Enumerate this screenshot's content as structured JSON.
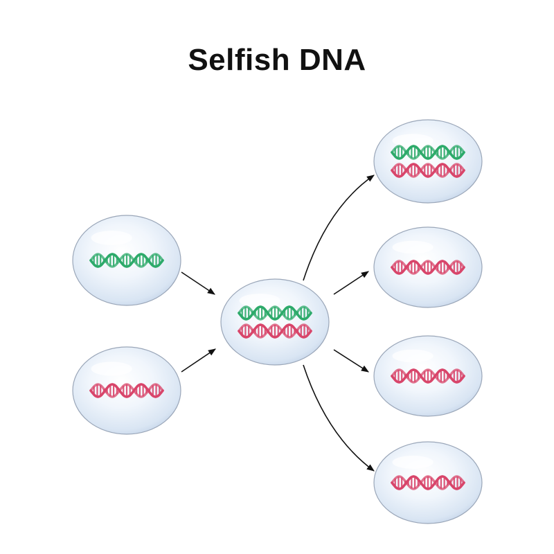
{
  "title": "Selfish DNA",
  "colors": {
    "green_strand": "#2daa6a",
    "red_strand": "#d8456a",
    "cell_fill": "#d6e3f2",
    "cell_stroke": "#9aa6b8",
    "arrow": "#111111"
  },
  "cells": [
    {
      "id": "parent-green",
      "dna": [
        "green"
      ]
    },
    {
      "id": "parent-red",
      "dna": [
        "red"
      ]
    },
    {
      "id": "hybrid",
      "dna": [
        "green",
        "red"
      ]
    },
    {
      "id": "offspring-1",
      "dna": [
        "green",
        "red"
      ]
    },
    {
      "id": "offspring-2",
      "dna": [
        "red"
      ]
    },
    {
      "id": "offspring-3",
      "dna": [
        "red"
      ]
    },
    {
      "id": "offspring-4",
      "dna": [
        "red"
      ]
    }
  ],
  "arrows": [
    {
      "from": "parent-green",
      "to": "hybrid"
    },
    {
      "from": "parent-red",
      "to": "hybrid"
    },
    {
      "from": "hybrid",
      "to": "offspring-1"
    },
    {
      "from": "hybrid",
      "to": "offspring-2"
    },
    {
      "from": "hybrid",
      "to": "offspring-3"
    },
    {
      "from": "hybrid",
      "to": "offspring-4"
    }
  ]
}
